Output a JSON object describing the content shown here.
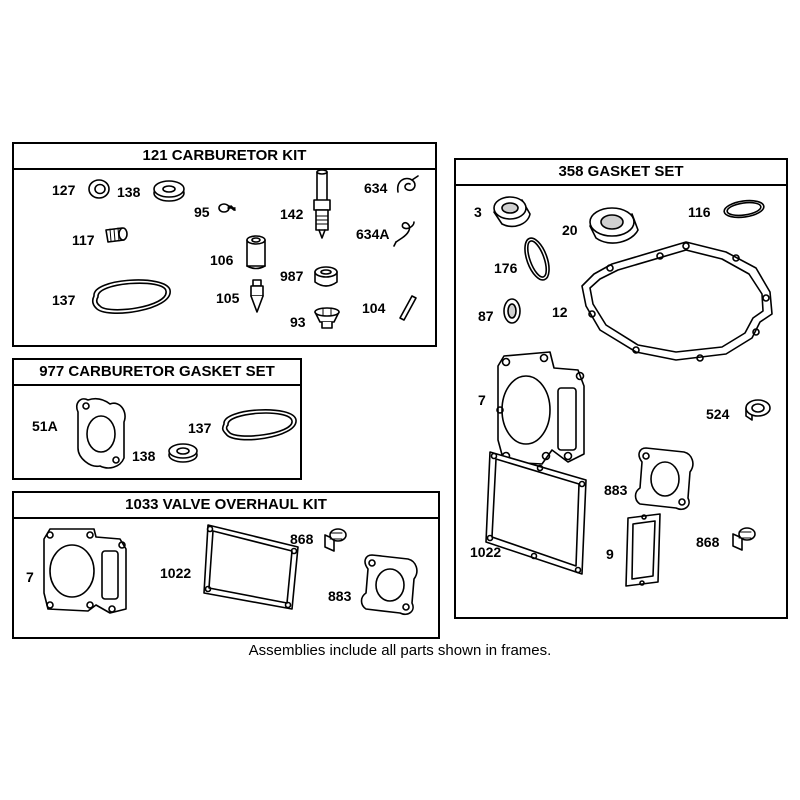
{
  "frames": {
    "carb_kit": {
      "title": "121 CARBURETOR KIT",
      "labels": {
        "p127": "127",
        "p138": "138",
        "p95": "95",
        "p142": "142",
        "p634": "634",
        "p634a": "634A",
        "p117": "117",
        "p106": "106",
        "p987": "987",
        "p137": "137",
        "p105": "105",
        "p104": "104",
        "p93": "93"
      }
    },
    "carb_gasket": {
      "title": "977 CARBURETOR GASKET SET",
      "labels": {
        "p51a": "51A",
        "p137": "137",
        "p138": "138"
      }
    },
    "valve_kit": {
      "title": "1033 VALVE OVERHAUL KIT",
      "labels": {
        "p7": "7",
        "p1022": "1022",
        "p868": "868",
        "p883": "883"
      }
    },
    "gasket_set": {
      "title": "358 GASKET SET",
      "labels": {
        "p3": "3",
        "p20": "20",
        "p116": "116",
        "p176": "176",
        "p87": "87",
        "p12": "12",
        "p7": "7",
        "p524": "524",
        "p883": "883",
        "p1022": "1022",
        "p9": "9",
        "p868": "868"
      }
    }
  },
  "caption": "Assemblies include all parts shown in frames."
}
